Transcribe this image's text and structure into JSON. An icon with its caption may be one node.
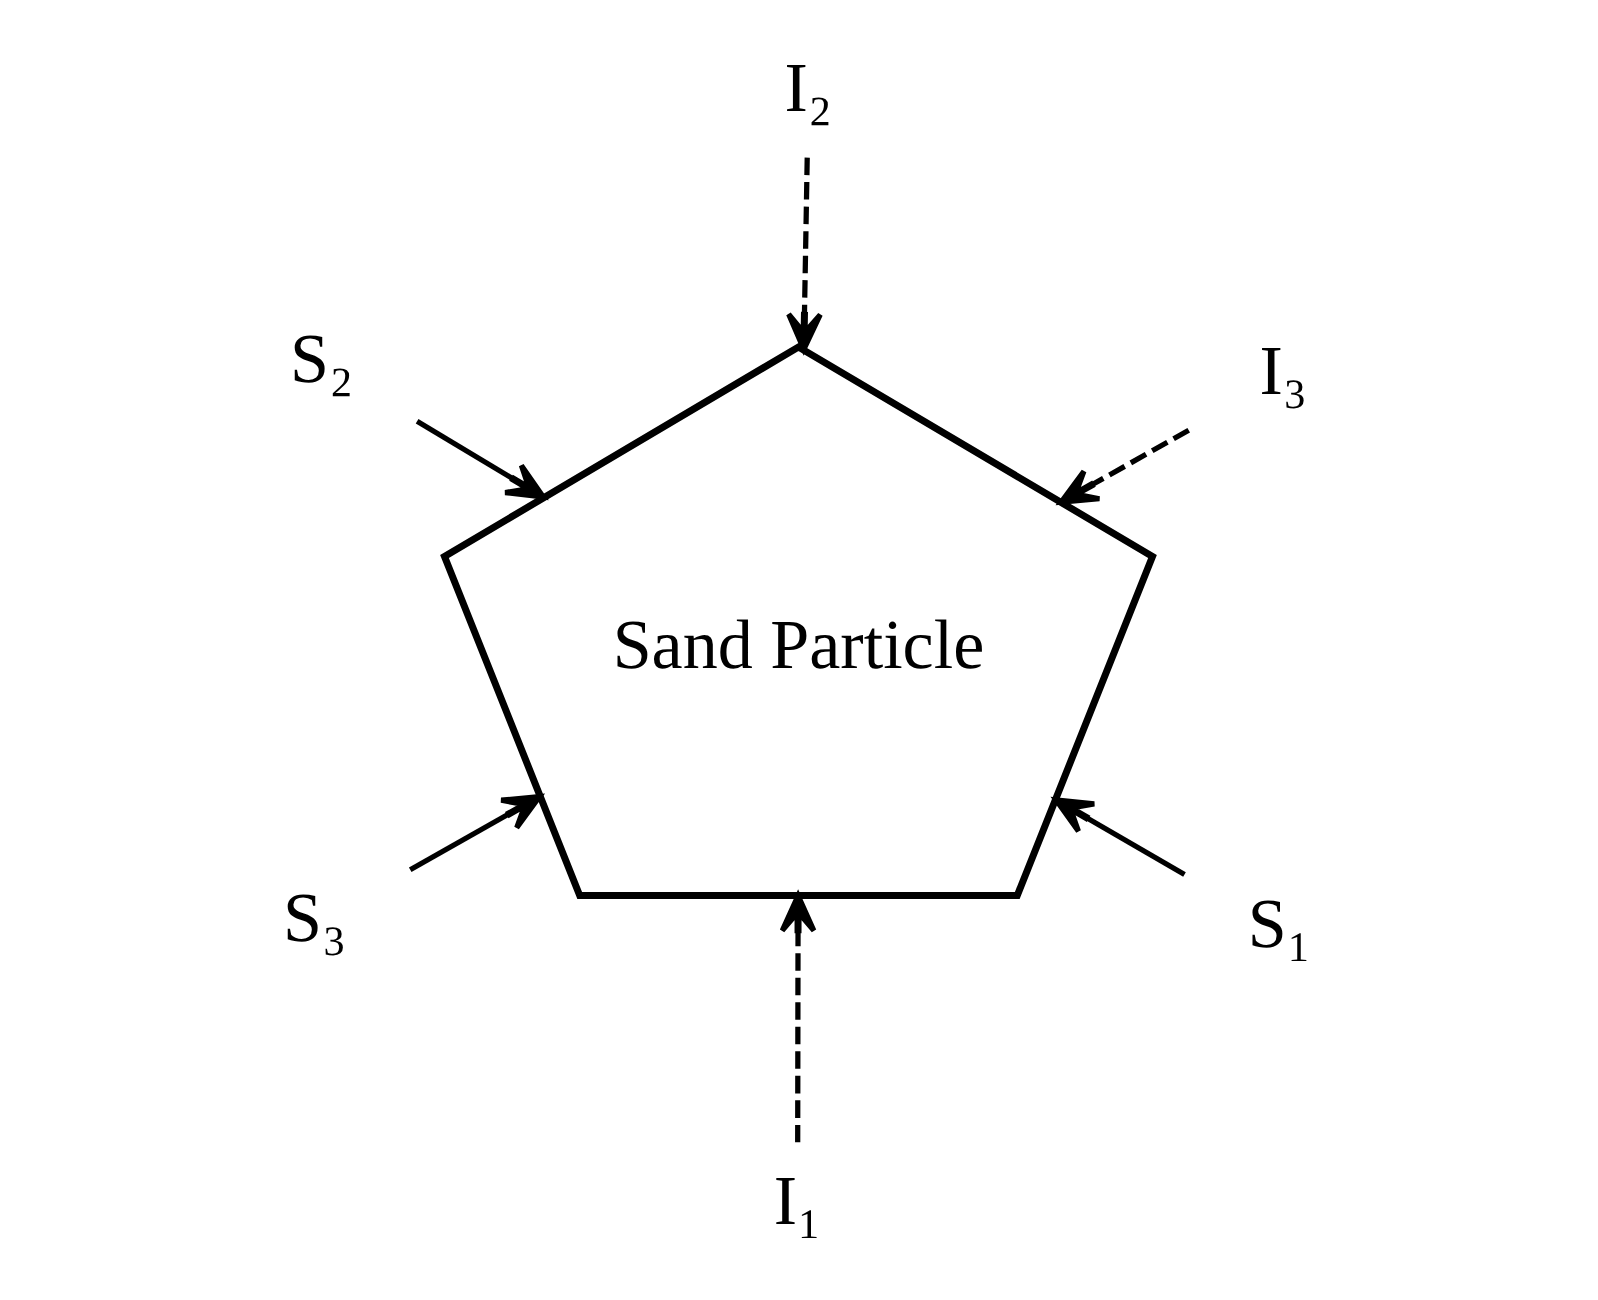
{
  "diagram": {
    "nodes": [
      {
        "text": [
          "Sand Particle"
        ]
      },
      {
        "text": [
          "S₁"
        ]
      },
      {
        "text": [
          "I₁"
        ]
      },
      {
        "text": [
          "S₂"
        ]
      },
      {
        "text": [
          "I₃"
        ]
      },
      {
        "text": [
          "I₂"
        ]
      },
      {
        "text": [
          "S₃"
        ]
      }
    ],
    "edges": [
      {
        "from": 1,
        "to": 0,
        "arrow": "to"
      },
      {
        "from": 2,
        "to": 0,
        "arrow": "to",
        "style": "dashed"
      },
      {
        "from": 3,
        "to": 0,
        "arrow": "to"
      },
      {
        "from": 4,
        "to": 0,
        "arrow": "to",
        "style": "dashed"
      },
      {
        "from": 5,
        "to": 0,
        "arrow": "to",
        "style": "dashed"
      },
      {
        "from": 6,
        "to": 0,
        "arrow": "to"
      }
    ]
  }
}
